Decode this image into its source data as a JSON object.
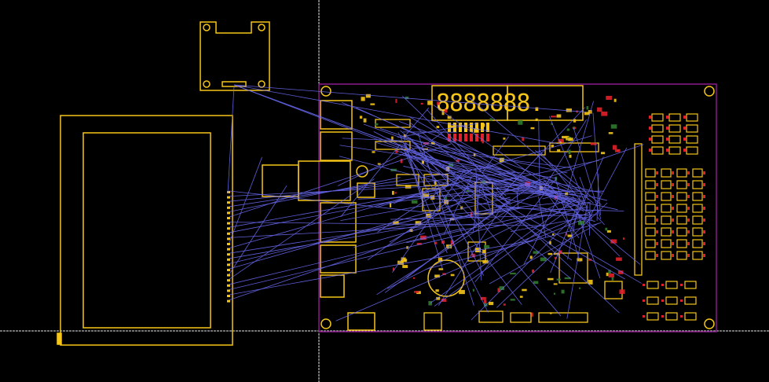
{
  "app": {
    "view": "pcb-layout"
  },
  "colors": {
    "background": "#000000",
    "silk": "#f5c518",
    "board_edge": "#8a1a8a",
    "ratsnest": "#6f6fff",
    "copper_red": "#e0202a",
    "copper_green": "#2f7a2f",
    "crosshair": "#ffffff"
  },
  "display": {
    "seven_segment_text": "8888888.",
    "segment_count": 8
  },
  "components": {
    "lcd_module": "lcd-tft-module",
    "oled_module": "oled-module",
    "main_board": "main-pcb-board"
  }
}
